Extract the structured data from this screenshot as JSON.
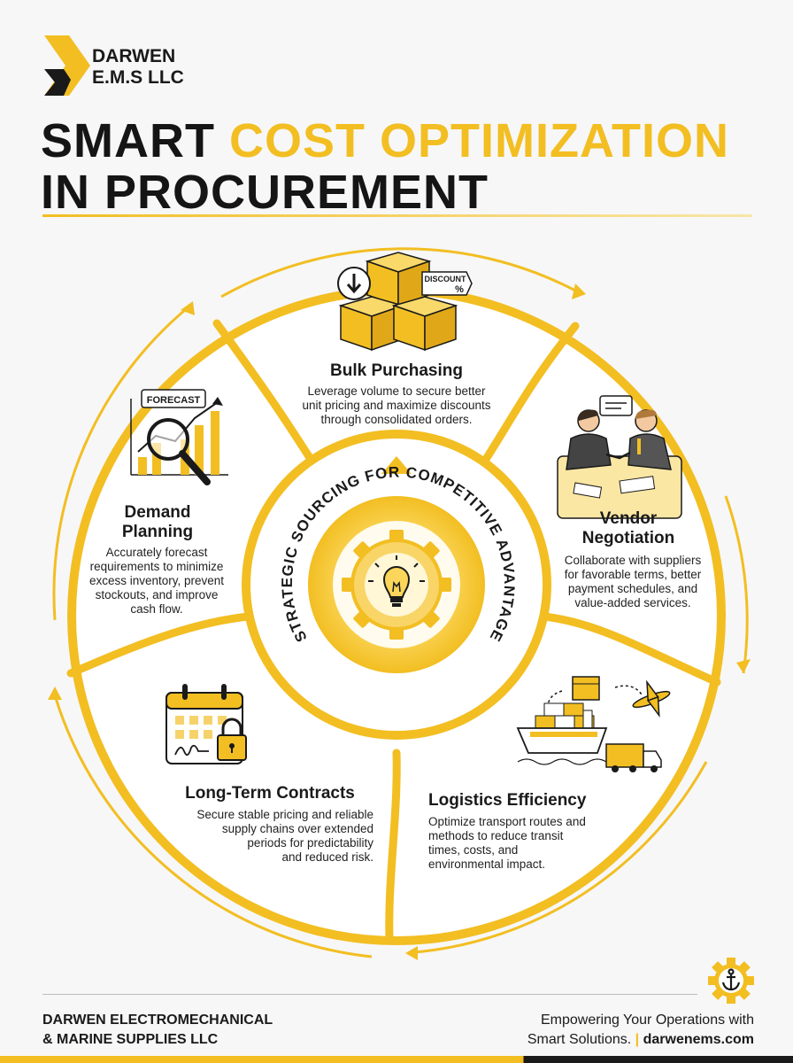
{
  "brand": {
    "line1": "DARWEN",
    "line2": "E.M.S LLC"
  },
  "title": {
    "part1": "SMART ",
    "accent": "COST OPTIMIZATION",
    "part2": "IN PROCUREMENT"
  },
  "center": {
    "label": "STRATEGIC SOURCING FOR COMPETITIVE ADVANTAGE"
  },
  "segments": {
    "bulk": {
      "title": "Bulk Purchasing",
      "desc": [
        "Leverage volume to secure better",
        "unit pricing and maximize discounts",
        "through consolidated orders."
      ],
      "badge": "DISCOUNT",
      "badge_symbol": "%"
    },
    "vendor": {
      "title": [
        "Vendor",
        "Negotiation"
      ],
      "desc": [
        "Collaborate with suppliers",
        "for favorable terms, better",
        "payment schedules, and",
        "value-added services."
      ]
    },
    "logistics": {
      "title": "Logistics Efficiency",
      "desc": [
        "Optimize transport routes and",
        "methods to reduce transit",
        "times, costs, and",
        "environmental impact."
      ]
    },
    "contracts": {
      "title": "Long-Term Contracts",
      "desc": [
        "Secure stable pricing and reliable",
        "supply chains over extended",
        "periods for predictability",
        "and reduced risk."
      ]
    },
    "demand": {
      "title": [
        "Demand",
        "Planning"
      ],
      "desc": [
        "Accurately forecast",
        "requirements to minimize",
        "excess inventory, prevent",
        "stockouts, and improve",
        "cash flow."
      ],
      "badge": "FORECAST"
    }
  },
  "footer": {
    "company": [
      "DARWEN ELECTROMECHANICAL",
      "& MARINE SUPPLIES LLC"
    ],
    "tagline1": "Empowering Your Operations with",
    "tagline2": "Smart Solutions.",
    "separator": "|",
    "website": "darwenems.com"
  },
  "colors": {
    "accent": "#f2be22",
    "dark": "#1a1a1a",
    "background": "#f7f7f7"
  },
  "icons": [
    "logo-chevron-icon",
    "discount-boxes-icon",
    "handshake-icon",
    "gear-lightbulb-icon",
    "forecast-chart-icon",
    "calendar-lock-icon",
    "logistics-icon",
    "anchor-gear-icon"
  ]
}
